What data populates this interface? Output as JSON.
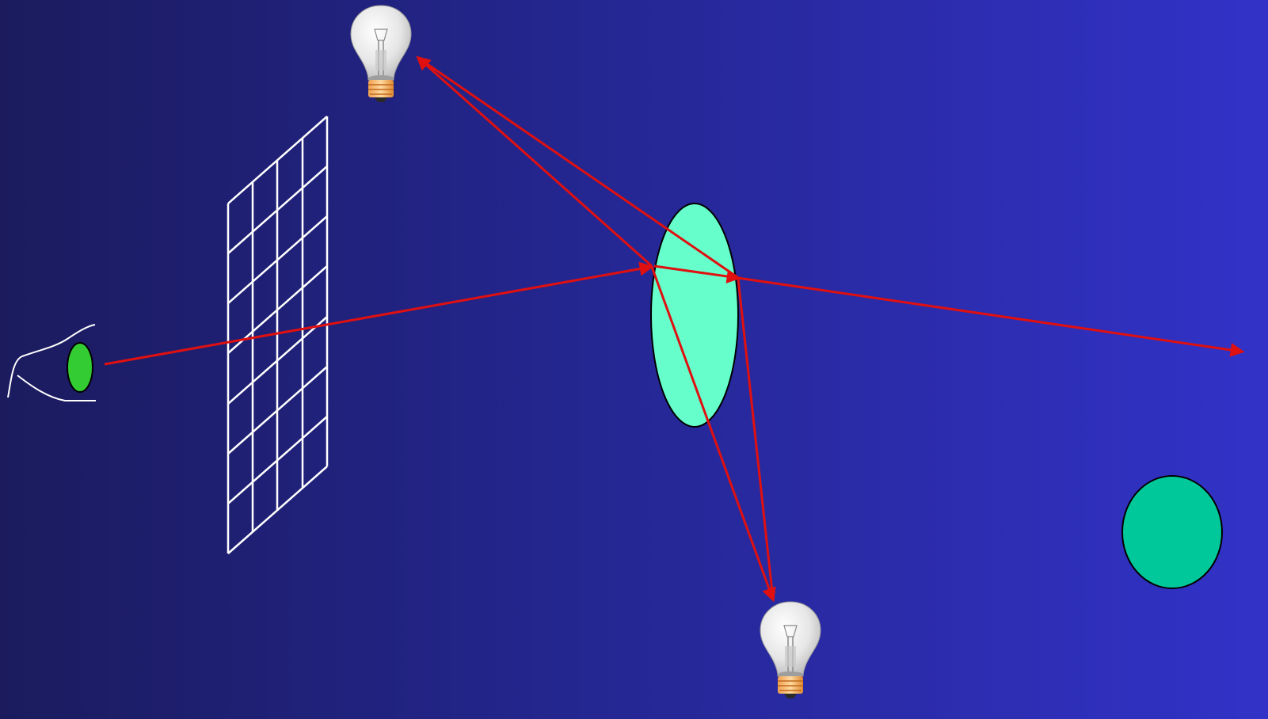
{
  "diagram": {
    "colors": {
      "background_left": "#1b1b5e",
      "background_right": "#3232c8",
      "ray": "#e01010",
      "grid": "#ffffff",
      "eye_pupil": "#33cc33",
      "transparent_ellipsoid": "#66ffcc",
      "opaque_sphere": "#00c89a"
    },
    "icons": {
      "light_source": "light-bulb-icon",
      "viewer": "eye-icon"
    },
    "objects": {
      "image_plane_grid": {
        "columns": 4,
        "rows": 7
      },
      "rays": [
        "eye-to-ellipsoid-primary-ray",
        "refracted-ray-through-ellipsoid",
        "transmitted-ray-exiting-right",
        "shadow-ray-to-top-light-from-entry",
        "shadow-ray-to-top-light-from-exit",
        "shadow-ray-to-bottom-light-from-entry",
        "shadow-ray-to-bottom-light-from-exit"
      ]
    }
  }
}
